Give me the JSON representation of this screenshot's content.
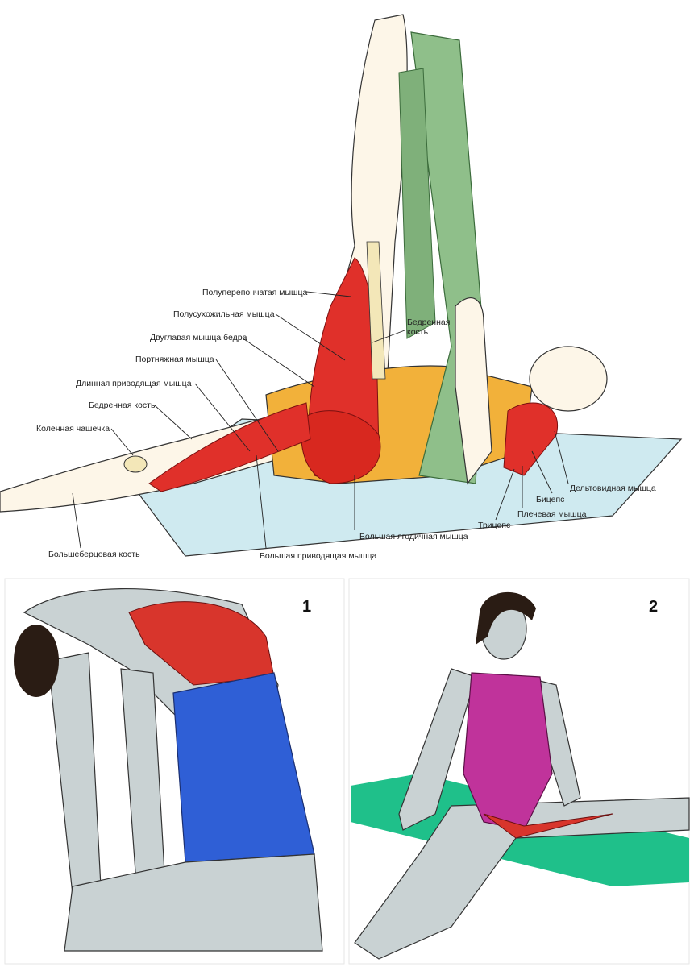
{
  "top_figure": {
    "labels": {
      "semimembranosus": "Полуперепончатая мышца",
      "semitendinosus": "Полусухожильная мышца",
      "biceps_femoris": "Двуглавая мышца бедра",
      "sartorius": "Портняжная мышца",
      "adductor_longus": "Длинная приводящая мышца",
      "femur_left": "Бедренная кость",
      "kneecap": "Коленная чашечка",
      "tibia": "Большеберцовая кость",
      "adductor_magnus": "Большая приводящая мышца",
      "gluteus_maximus": "Большая ягодичная мышца",
      "femur_right_line1": "Бедренная",
      "femur_right_line2": "кость",
      "triceps": "Трицепс",
      "brachialis": "Плечевая мышца",
      "biceps": "Бицепс",
      "deltoid": "Дельтовидная мышца"
    }
  },
  "panels": [
    {
      "number": "1"
    },
    {
      "number": "2"
    }
  ],
  "colors": {
    "muscle_red": "#e0302a",
    "band_green": "#8fbf8a",
    "shirt_orange": "#f2b13a",
    "mat_blue": "#cfeaf0",
    "shorts_blue": "#2f5fd6",
    "leotard_magenta": "#c0339b",
    "mat_green": "#1fc08a",
    "skin_grey": "#c9d2d3"
  }
}
